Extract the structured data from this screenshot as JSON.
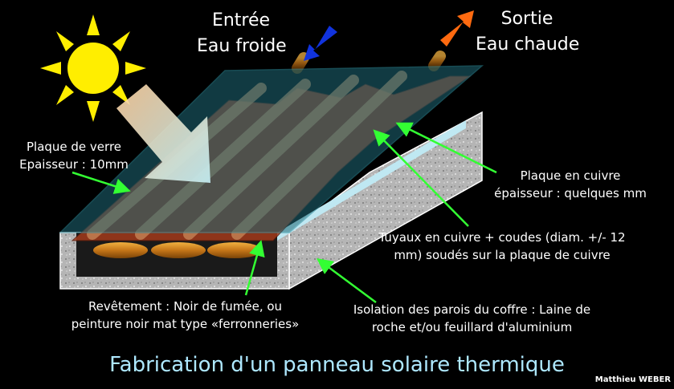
{
  "labels": {
    "inlet_line1": "Entrée",
    "inlet_line2": "Eau froide",
    "outlet_line1": "Sortie",
    "outlet_line2": "Eau chaude",
    "glass_line1": "Plaque de verre",
    "glass_line2": "Epaisseur : 10mm",
    "copper_plate_line1": "Plaque en cuivre",
    "copper_plate_line2": "épaisseur : quelques mm",
    "pipes_line1": "Tuyaux en cuivre + coudes (diam. +/- 12",
    "pipes_line2": "mm) soudés sur la plaque de cuivre",
    "coating_line1": "Revêtement : Noir de fumée, ou",
    "coating_line2": "peinture noir mat type «ferronneries»",
    "insulation_line1": "Isolation des parois du coffre : Laine de",
    "insulation_line2": "roche et/ou feuillard d'aluminium"
  },
  "title": "Fabrication d'un panneau solaire thermique",
  "credit": "Matthieu WEBER",
  "colors": {
    "background": "#000000",
    "title": "#aee8ff",
    "pointer": "#33ff33",
    "sun": "#ffee00",
    "glass": "#1f6a78",
    "copper": "#a33a1a",
    "insulation": "#b8b8b8",
    "inlet_arrow": "#1133dd",
    "outlet_arrow": "#ff6a10"
  }
}
